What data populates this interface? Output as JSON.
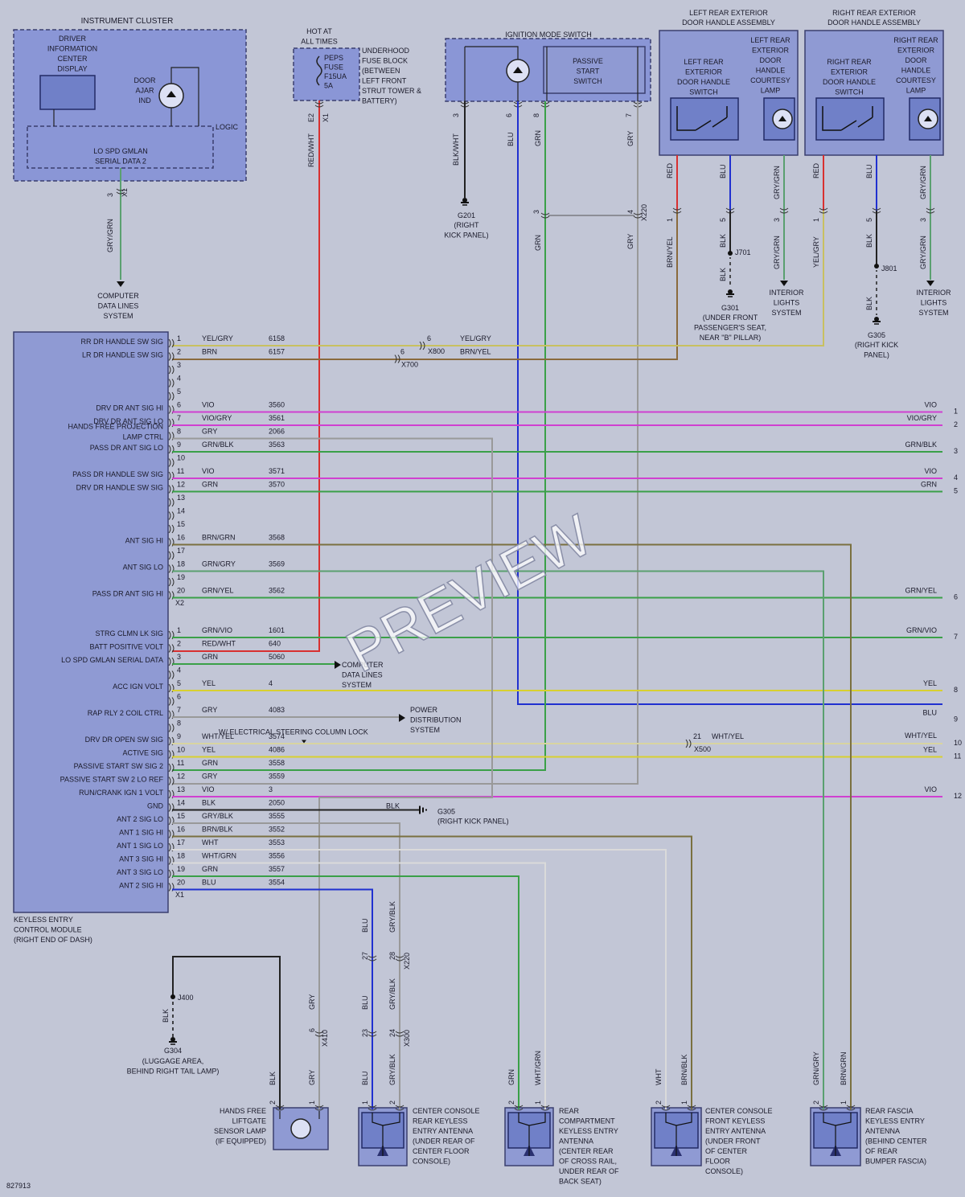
{
  "watermark": "PREVIEW",
  "figure_id": "827913",
  "colors": {
    "yelgry": "#c8c060",
    "brn": "#8a6a3c",
    "vio": "#d040d0",
    "gry": "#999999",
    "grn": "#3aa048",
    "red": "#d83030",
    "blu": "#2030d0",
    "yel": "#d8d030",
    "blk": "#222222",
    "wht": "#dadada",
    "brngrn": "#7a7040",
    "grngry": "#5aa070",
    "brnyel": "#a08030"
  },
  "modules": {
    "instrument_cluster": {
      "title": "INSTRUMENT CLUSTER",
      "dic": [
        "DRIVER",
        "INFORMATION",
        "CENTER",
        "DISPLAY"
      ],
      "door_ajar": [
        "DOOR",
        "AJAR",
        "IND"
      ],
      "logic": "LOGIC",
      "serial": [
        "LO SPD GMLAN",
        "SERIAL DATA 2"
      ],
      "pin": "3",
      "conn": "X1",
      "wire": "GRY/GRN",
      "dest": [
        "COMPUTER",
        "DATA LINES",
        "SYSTEM"
      ]
    },
    "hot": [
      "HOT AT",
      "ALL TIMES"
    ],
    "fuse": [
      "PEPS",
      "FUSE",
      "F15UA",
      "5A"
    ],
    "fuse_block": [
      "UNDERHOOD",
      "FUSE BLOCK",
      "(BETWEEN",
      "LEFT FRONT",
      "STRUT TOWER &",
      "BATTERY)"
    ],
    "fuse_pins": [
      "E2",
      "X1"
    ],
    "fuse_wire": "RED/WHT",
    "ignition": {
      "title": "IGNITION MODE SWITCH",
      "passive": [
        "PASSIVE",
        "START",
        "SWITCH"
      ],
      "pins": [
        "3",
        "6",
        "8",
        "7"
      ],
      "wires": [
        "BLK/WHT",
        "BLU",
        "GRN",
        "GRY"
      ],
      "ground": "G201",
      "ground_loc": [
        "(RIGHT",
        "KICK PANEL)"
      ],
      "splice_pins": [
        "3",
        "4"
      ],
      "splice_conn": "X220"
    },
    "left_rear": {
      "title": [
        "LEFT REAR EXTERIOR",
        "DOOR HANDLE ASSEMBLY"
      ],
      "switch": [
        "LEFT REAR",
        "EXTERIOR",
        "DOOR HANDLE",
        "SWITCH"
      ],
      "lamp": [
        "LEFT REAR",
        "EXTERIOR",
        "DOOR",
        "HANDLE",
        "COURTESY",
        "LAMP"
      ],
      "wires_top": [
        "RED",
        "BLU",
        "GRY/GRN"
      ],
      "pins": [
        "1",
        "5",
        "3"
      ],
      "wires_bot": [
        "BRN/YEL",
        "BLK",
        "GRY/GRN"
      ],
      "splice": "J701",
      "ground": "G301",
      "ground_loc": [
        "(UNDER FRONT",
        "PASSENGER'S SEAT,",
        "NEAR \"B\" PILLAR)"
      ],
      "interior": [
        "INTERIOR",
        "LIGHTS",
        "SYSTEM"
      ]
    },
    "right_rear": {
      "title": [
        "RIGHT REAR EXTERIOR",
        "DOOR HANDLE ASSEMBLY"
      ],
      "switch": [
        "RIGHT REAR",
        "EXTERIOR",
        "DOOR HANDLE",
        "SWITCH"
      ],
      "lamp": [
        "RIGHT REAR",
        "EXTERIOR",
        "DOOR",
        "HANDLE",
        "COURTESY",
        "LAMP"
      ],
      "wires_top": [
        "RED",
        "BLU",
        "GRY/GRN"
      ],
      "pins": [
        "1",
        "5",
        "3"
      ],
      "wires_bot": [
        "YEL/GRY",
        "BLK",
        "GRY/GRN"
      ],
      "splice": "J801",
      "ground": "G305",
      "ground_loc": [
        "(RIGHT KICK",
        "PANEL)"
      ],
      "interior": [
        "INTERIOR",
        "LIGHTS",
        "SYSTEM"
      ]
    },
    "kecm": {
      "label": [
        "KEYLESS ENTRY",
        "CONTROL MODULE",
        "(RIGHT END OF DASH)"
      ],
      "conn_x2": "X2",
      "conn_x1": "X1"
    }
  },
  "x2_rows": [
    {
      "pin": "1",
      "sig": "RR DR HANDLE SW SIG",
      "color": "YEL/GRY",
      "circ": "6158"
    },
    {
      "pin": "2",
      "sig": "LR DR HANDLE SW SIG",
      "color": "BRN",
      "circ": "6157"
    },
    {
      "pin": "3",
      "sig": "",
      "color": "",
      "circ": ""
    },
    {
      "pin": "4",
      "sig": "",
      "color": "",
      "circ": ""
    },
    {
      "pin": "5",
      "sig": "",
      "color": "",
      "circ": ""
    },
    {
      "pin": "6",
      "sig": "DRV DR ANT SIG HI",
      "color": "VIO",
      "circ": "3560"
    },
    {
      "pin": "7",
      "sig": "DRV DR ANT SIG LO",
      "color": "VIO/GRY",
      "circ": "3561"
    },
    {
      "pin": "8",
      "sig": "HANDS FREE PROJECTION|LAMP CTRL",
      "color": "GRY",
      "circ": "2066"
    },
    {
      "pin": "9",
      "sig": "PASS DR ANT SIG LO",
      "color": "GRN/BLK",
      "circ": "3563"
    },
    {
      "pin": "10",
      "sig": "",
      "color": "",
      "circ": ""
    },
    {
      "pin": "11",
      "sig": "PASS DR HANDLE SW SIG",
      "color": "VIO",
      "circ": "3571"
    },
    {
      "pin": "12",
      "sig": "DRV DR HANDLE SW SIG",
      "color": "GRN",
      "circ": "3570"
    },
    {
      "pin": "13",
      "sig": "",
      "color": "",
      "circ": ""
    },
    {
      "pin": "14",
      "sig": "",
      "color": "",
      "circ": ""
    },
    {
      "pin": "15",
      "sig": "",
      "color": "",
      "circ": ""
    },
    {
      "pin": "16",
      "sig": "ANT SIG HI",
      "color": "BRN/GRN",
      "circ": "3568"
    },
    {
      "pin": "17",
      "sig": "",
      "color": "",
      "circ": ""
    },
    {
      "pin": "18",
      "sig": "ANT SIG LO",
      "color": "GRN/GRY",
      "circ": "3569"
    },
    {
      "pin": "19",
      "sig": "",
      "color": "",
      "circ": ""
    },
    {
      "pin": "20",
      "sig": "PASS DR ANT SIG HI",
      "color": "GRN/YEL",
      "circ": "3562"
    }
  ],
  "x1_rows": [
    {
      "pin": "1",
      "sig": "STRG CLMN LK SIG",
      "color": "GRN/VIO",
      "circ": "1601"
    },
    {
      "pin": "2",
      "sig": "BATT POSITIVE VOLT",
      "color": "RED/WHT",
      "circ": "640"
    },
    {
      "pin": "3",
      "sig": "LO SPD GMLAN SERIAL DATA",
      "color": "GRN",
      "circ": "5060"
    },
    {
      "pin": "4",
      "sig": "",
      "color": "",
      "circ": ""
    },
    {
      "pin": "5",
      "sig": "ACC IGN VOLT",
      "color": "YEL",
      "circ": "4"
    },
    {
      "pin": "6",
      "sig": "",
      "color": "",
      "circ": ""
    },
    {
      "pin": "7",
      "sig": "RAP RLY 2 COIL CTRL",
      "color": "GRY",
      "circ": "4083"
    },
    {
      "pin": "8",
      "sig": "",
      "color": "",
      "circ": ""
    },
    {
      "pin": "9",
      "sig": "DRV DR OPEN SW SIG",
      "color": "WHT/YEL",
      "circ": "3574"
    },
    {
      "pin": "10",
      "sig": "ACTIVE SIG",
      "color": "YEL",
      "circ": "4086"
    },
    {
      "pin": "11",
      "sig": "PASSIVE START SW SIG 2",
      "color": "GRN",
      "circ": "3558"
    },
    {
      "pin": "12",
      "sig": "PASSIVE START SW 2 LO REF",
      "color": "GRY",
      "circ": "3559"
    },
    {
      "pin": "13",
      "sig": "RUN/CRANK IGN 1 VOLT",
      "color": "VIO",
      "circ": "3"
    },
    {
      "pin": "14",
      "sig": "GND",
      "color": "BLK",
      "circ": "2050"
    },
    {
      "pin": "15",
      "sig": "ANT 2 SIG LO",
      "color": "GRY/BLK",
      "circ": "3555"
    },
    {
      "pin": "16",
      "sig": "ANT 1 SIG HI",
      "color": "BRN/BLK",
      "circ": "3552"
    },
    {
      "pin": "17",
      "sig": "ANT 1 SIG LO",
      "color": "WHT",
      "circ": "3553"
    },
    {
      "pin": "18",
      "sig": "ANT 3 SIG HI",
      "color": "WHT/GRN",
      "circ": "3556"
    },
    {
      "pin": "19",
      "sig": "ANT 3 SIG LO",
      "color": "GRN",
      "circ": "3557"
    },
    {
      "pin": "20",
      "sig": "ANT 2 SIG HI",
      "color": "BLU",
      "circ": "3554"
    }
  ],
  "right_edge": [
    {
      "n": "1",
      "label": "VIO"
    },
    {
      "n": "2",
      "label": "VIO/GRY"
    },
    {
      "n": "3",
      "label": "GRN/BLK"
    },
    {
      "n": "4",
      "label": "VIO"
    },
    {
      "n": "5",
      "label": "GRN"
    },
    {
      "n": "6",
      "label": "GRN/YEL"
    },
    {
      "n": "7",
      "label": "GRN/VIO"
    },
    {
      "n": "8",
      "label": "YEL"
    },
    {
      "n": "9",
      "label": "BLU"
    },
    {
      "n": "10",
      "label": "WHT/YEL"
    },
    {
      "n": "11",
      "label": "YEL"
    },
    {
      "n": "12",
      "label": "VIO"
    }
  ],
  "inline": {
    "x800": {
      "pin": "6",
      "conn": "X800",
      "wire": "YEL/GRY"
    },
    "x700": {
      "pin": "6",
      "conn": "X700",
      "wire": "BRN/YEL"
    },
    "x500": {
      "pin": "21",
      "conn": "X500",
      "wire": "WHT/YEL"
    },
    "steering_lock": "W/ ELECTRICAL STEERING COLUMN LOCK",
    "computer_data": [
      "COMPUTER",
      "DATA LINES",
      "SYSTEM"
    ],
    "power_dist": [
      "POWER",
      "DISTRIBUTION",
      "SYSTEM"
    ],
    "gnd_wire": "BLK",
    "gnd": "G305",
    "gnd_loc": "(RIGHT KICK PANEL)"
  },
  "bottom": {
    "x220": {
      "pins": [
        "27",
        "28"
      ],
      "conn": "X220",
      "wires": [
        "BLU",
        "GRY/BLK"
      ]
    },
    "x300": {
      "pins": [
        "23",
        "24"
      ],
      "conn": "X300",
      "wires": [
        "BLU",
        "GRY/BLK"
      ]
    },
    "x410": {
      "pin": "6",
      "conn": "X410",
      "wire": "GRY"
    },
    "j400": "J400",
    "g304": "G304",
    "g304_loc": [
      "(LUGGAGE AREA,",
      "BEHIND RIGHT TAIL LAMP)"
    ],
    "g304_wire": "BLK",
    "liftgate": {
      "label": [
        "HANDS FREE",
        "LIFTGATE",
        "SENSOR LAMP",
        "(IF EQUIPPED)"
      ],
      "wires": [
        "BLK",
        "GRY"
      ],
      "pins": [
        "2",
        "1"
      ]
    },
    "center_rear": {
      "label": [
        "CENTER CONSOLE",
        "REAR KEYLESS",
        "ENTRY ANTENNA",
        "(UNDER REAR OF",
        "CENTER FLOOR",
        "CONSOLE)"
      ],
      "wires": [
        "BLU",
        "GRY/BLK"
      ],
      "pins": [
        "1",
        "2"
      ]
    },
    "rear_comp": {
      "label": [
        "REAR",
        "COMPARTMENT",
        "KEYLESS ENTRY",
        "ANTENNA",
        "(CENTER REAR",
        "OF CROSS RAIL,",
        "UNDER REAR OF",
        "BACK SEAT)"
      ],
      "wires": [
        "GRN",
        "WHT/GRN"
      ],
      "pins": [
        "2",
        "1"
      ]
    },
    "center_front": {
      "label": [
        "CENTER CONSOLE",
        "FRONT KEYLESS",
        "ENTRY ANTENNA",
        "(UNDER FRONT",
        "OF CENTER",
        "FLOOR",
        "CONSOLE)"
      ],
      "wires": [
        "WHT",
        "BRN/BLK"
      ],
      "pins": [
        "2",
        "1"
      ]
    },
    "rear_fascia": {
      "label": [
        "REAR FASCIA",
        "KEYLESS ENTRY",
        "ANTENNA",
        "(BEHIND CENTER",
        "OF REAR",
        "BUMPER FASCIA)"
      ],
      "wires": [
        "GRN/GRY",
        "BRN/GRN"
      ],
      "pins": [
        "2",
        "1"
      ]
    }
  }
}
